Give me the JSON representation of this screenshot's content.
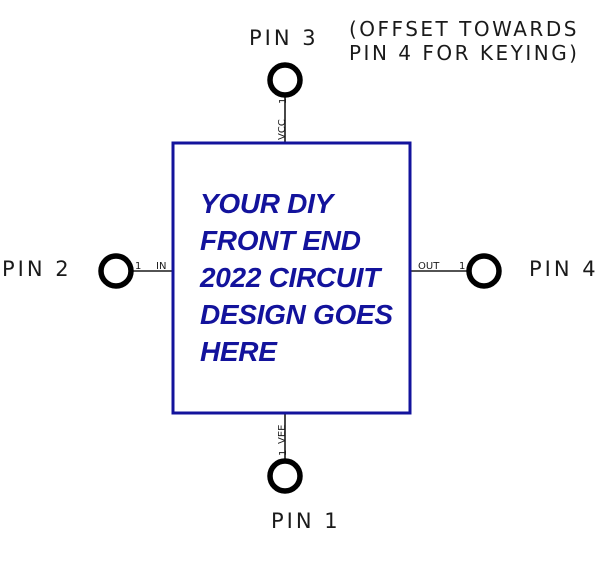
{
  "pins": {
    "pin3": {
      "label": "PIN 3",
      "signal": "VCC",
      "number": "1"
    },
    "pin2": {
      "label": "PIN 2",
      "signal": "IN",
      "number": "1"
    },
    "pin4": {
      "label": "PIN 4",
      "signal": "OUT",
      "number": "1"
    },
    "pin1": {
      "label": "PIN 1",
      "signal": "VEE",
      "number": "1"
    }
  },
  "note": {
    "line1": "(OFFSET TOWARDS",
    "line2": "PIN 4 FOR KEYING)"
  },
  "box": {
    "line1": "YOUR DIY",
    "line2": "FRONT END",
    "line3": "2022 CIRCUIT",
    "line4": "DESIGN GOES",
    "line5": "HERE"
  },
  "colors": {
    "box_border": "#13139c",
    "box_text": "#13139c",
    "wire": "#1a1a1a"
  }
}
